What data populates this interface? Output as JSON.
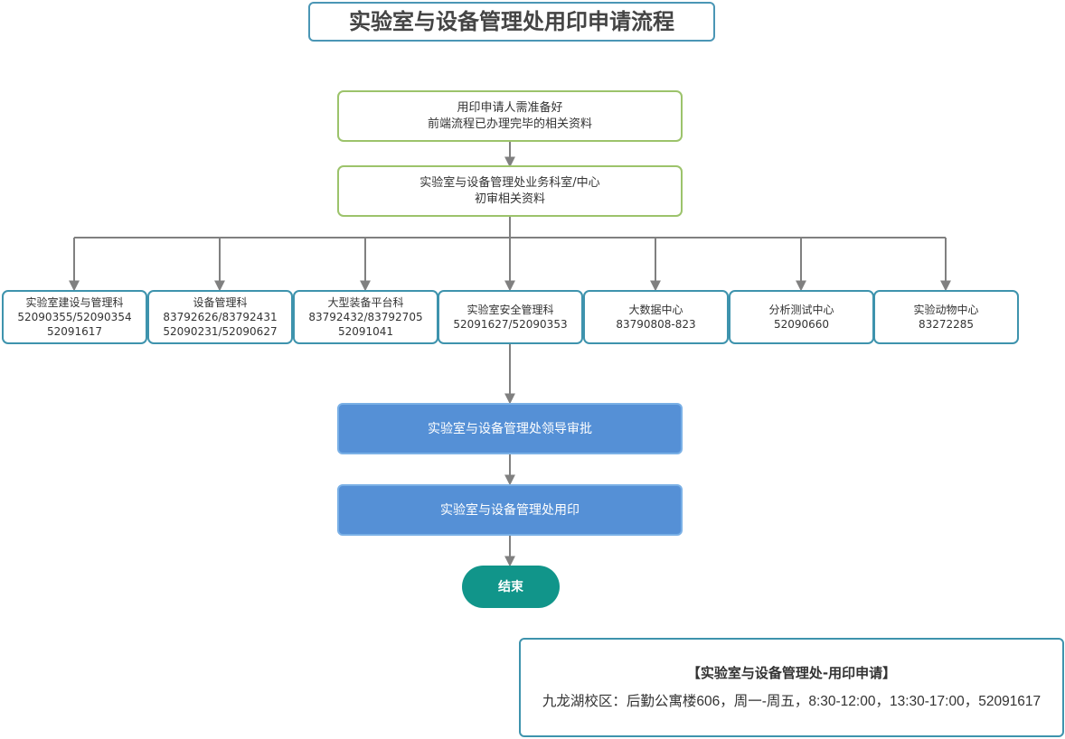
{
  "title": "实验室与设备管理处用印申请流程",
  "step1": {
    "line1": "用印申请人需准备好",
    "line2": "前端流程已办理完毕的相关资料"
  },
  "step2": {
    "line1": "实验室与设备管理处业务科室/中心",
    "line2": "初审相关资料"
  },
  "departments": [
    {
      "name": "实验室建设与管理科",
      "phone1": "52090355/52090354",
      "phone2": "52091617"
    },
    {
      "name": "设备管理科",
      "phone1": "83792626/83792431",
      "phone2": "52090231/52090627"
    },
    {
      "name": "大型装备平台科",
      "phone1": "83792432/83792705",
      "phone2": "52091041"
    },
    {
      "name": "实验室安全管理科",
      "phone1": "52091627/52090353",
      "phone2": ""
    },
    {
      "name": "大数据中心",
      "phone1": "83790808-823",
      "phone2": ""
    },
    {
      "name": "分析测试中心",
      "phone1": "52090660",
      "phone2": ""
    },
    {
      "name": "实验动物中心",
      "phone1": "83272285",
      "phone2": ""
    }
  ],
  "step3": "实验室与设备管理处领导审批",
  "step4": "实验室与设备管理处用印",
  "end": "结束",
  "info": {
    "title": "【实验室与设备管理处-用印申请】",
    "text": "九龙湖校区：后勤公寓楼606，周一-周五，8:30-12:00，13:30-17:00，52091617"
  },
  "colors": {
    "green_border": "#9cc36b",
    "teal_border": "#3e93ad",
    "blue_fill": "#5590d6",
    "end_fill": "#11958a",
    "connector": "#808080"
  }
}
